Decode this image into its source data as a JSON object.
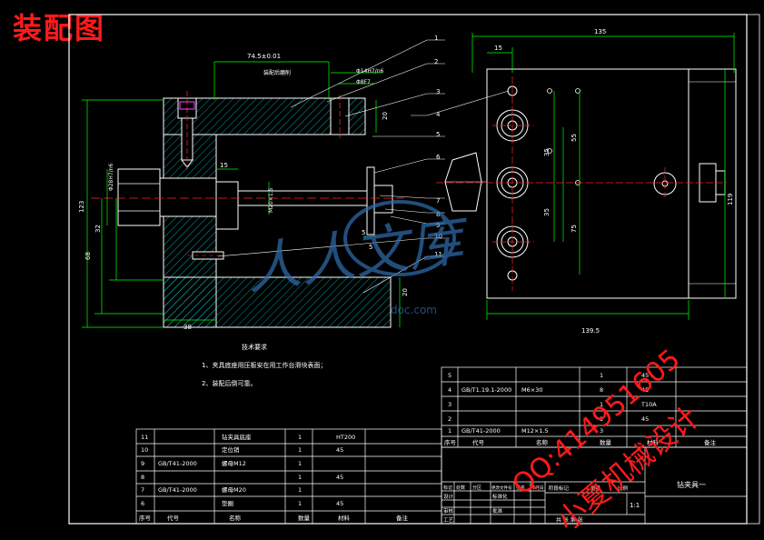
{
  "heading": "装配图",
  "colors": {
    "background": "#000000",
    "frame": "#ffffff",
    "part": "#ffffff",
    "hatch": "#00c8c8",
    "dimension": "#00ff00",
    "centerline": "#ff2020",
    "text": "#ffffff",
    "leader": "#ffffff",
    "watermark_red": "#ff1a1a",
    "watermark_blue": "#2f6fb0"
  },
  "front_view": {
    "dim_top": "74.5±0.01",
    "dim_top_note": "装配后磨削",
    "dim_fit1": "Φ14H7/n6",
    "dim_fit2": "Φ8F7",
    "dim_20a": "20",
    "dim_15": "15",
    "dim_m20": "M20×1.5",
    "dim_5a": "5",
    "dim_5b": "5",
    "dim_left_fit": "Φ28H7/n6",
    "dim_123": "123",
    "dim_32": "32",
    "dim_68": "68",
    "dim_38": "38",
    "dim_20b": "20"
  },
  "side_view": {
    "dim_135": "135",
    "dim_15": "15",
    "dim_35a": "35",
    "dim_55": "55",
    "dim_35b": "35",
    "dim_35c": "35",
    "dim_75": "75",
    "dim_119": "119",
    "dim_139": "139.5"
  },
  "balloons": [
    "1",
    "2",
    "3",
    "4",
    "5",
    "6",
    "7",
    "8",
    "9",
    "10",
    "11"
  ],
  "tech_req": {
    "title": "技术要求",
    "line1": "1、夹具底座用压板安在用工作台滑块表面；",
    "line2": "2、装配后倒可靠。"
  },
  "bom_right": [
    {
      "no": "5",
      "code": "",
      "name": "",
      "qty": "1",
      "mat": "45"
    },
    {
      "no": "4",
      "code": "GB/T1.19.1-2000",
      "name": "M6×30",
      "qty": "8",
      "mat": "45"
    },
    {
      "no": "3",
      "code": "",
      "name": "",
      "qty": "1",
      "mat": "T10A"
    },
    {
      "no": "2",
      "code": "",
      "name": "",
      "qty": "1",
      "mat": "45"
    },
    {
      "no": "1",
      "code": "GB/T41-2000",
      "name": "M12×1.5",
      "qty": "3",
      "mat": ""
    }
  ],
  "bom_left": [
    {
      "no": "11",
      "code": "",
      "name": "钻夹具底座",
      "qty": "1",
      "mat": "HT200"
    },
    {
      "no": "10",
      "code": "",
      "name": "定位销",
      "qty": "1",
      "mat": "45"
    },
    {
      "no": "9",
      "code": "GB/T41-2000",
      "name": "螺母M12",
      "qty": "1",
      "mat": ""
    },
    {
      "no": "8",
      "code": "",
      "name": "",
      "qty": "1",
      "mat": "45"
    },
    {
      "no": "7",
      "code": "GB/T41-2000",
      "name": "螺母M20",
      "qty": "1",
      "mat": ""
    },
    {
      "no": "6",
      "code": "",
      "name": "垫圈",
      "qty": "1",
      "mat": "45"
    }
  ],
  "bom_header": {
    "no": "序号",
    "code": "代号",
    "name": "名称",
    "qty": "数量",
    "mat": "材料",
    "note": "备注"
  },
  "title_block": {
    "name": "钻夹具一",
    "scale": "1:1",
    "row_labels": [
      "标记",
      "处数",
      "分区",
      "更改文件号",
      "签名",
      "年月日"
    ],
    "left_labels": [
      "设计",
      "审核",
      "工艺"
    ],
    "mid_labels": [
      "标准化",
      "批准"
    ],
    "stage_labels": [
      "阶段标记",
      "重量",
      "比例"
    ],
    "sheet": "共  张    第  张"
  },
  "watermark": {
    "brand": "人人文库",
    "site": "doc.com",
    "qq": "QQ:414951605",
    "slogan": "小夏机械设计"
  }
}
